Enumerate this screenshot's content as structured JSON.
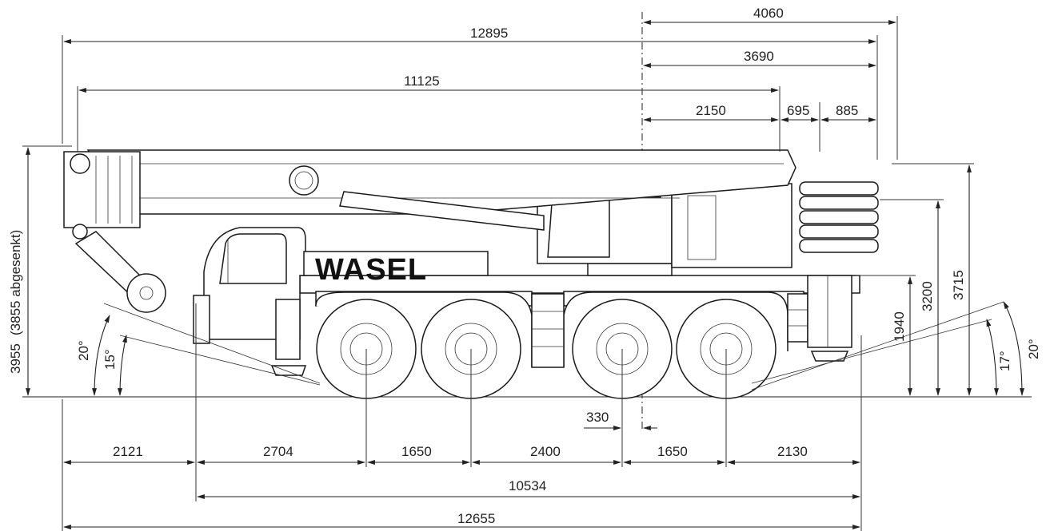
{
  "brand": "WASEL",
  "dimensions": {
    "overall_length_boom": "12895",
    "length_11125": "11125",
    "rear_4060": "4060",
    "rear_3690": "3690",
    "rear_2150": "2150",
    "rear_695": "695",
    "rear_885": "885",
    "axle_offset": "330",
    "front_overhang": "2121",
    "axle_2704": "2704",
    "axle_1650_a": "1650",
    "axle_2400": "2400",
    "axle_1650_b": "1650",
    "rear_overhang": "2130",
    "wheelbase_total": "10534",
    "overall_length": "12655",
    "height_total": "3955",
    "height_lowered": "(3855 abgesenkt)",
    "height_1940": "1940",
    "height_3200": "3200",
    "height_3715": "3715"
  },
  "angles": {
    "front_20": "20°",
    "front_15": "15°",
    "rear_17": "17°",
    "rear_20": "20°"
  }
}
